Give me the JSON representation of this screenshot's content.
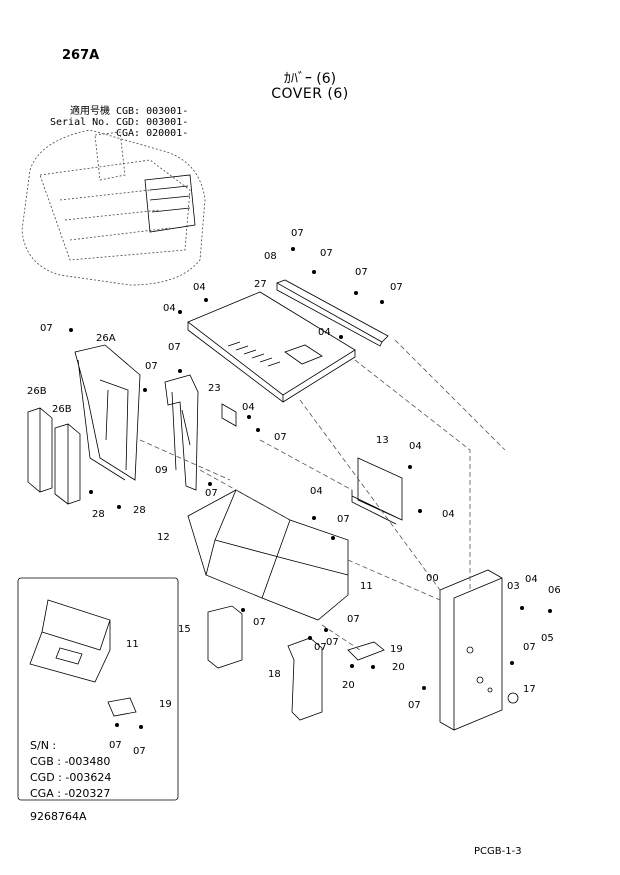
{
  "header": {
    "page_number": "267A",
    "title_jp": "ｶﾊﾞｰ (6)",
    "title_en": "COVER (6)"
  },
  "serial_block": {
    "label_jp": "適用号機",
    "label_en": "Serial No.",
    "lines": [
      "CGB: 003001-",
      "CGD: 003001-",
      "CGA: 020001-"
    ]
  },
  "callouts": {
    "c07a": "07",
    "c07b": "07",
    "c07c": "07",
    "c07d": "07",
    "c08": "08",
    "c27": "27",
    "c04a": "04",
    "c04b": "04",
    "c04c": "04",
    "c07e": "07",
    "c26A": "26A",
    "c07f": "07",
    "c07g": "07",
    "c26B_1": "26B",
    "c26B_2": "26B",
    "c23": "23",
    "c04d": "04",
    "c07h": "07",
    "c13": "13",
    "c04e": "04",
    "c09": "09",
    "c07i": "07",
    "c04f": "04",
    "c28_1": "28",
    "c28_2": "28",
    "c04g": "04",
    "c07j": "07",
    "c12": "12",
    "c11": "11",
    "c00": "00",
    "c03": "03",
    "c04h": "04",
    "c06": "06",
    "c05": "05",
    "c15": "15",
    "c07k": "07",
    "c07l": "07",
    "c07m": "07",
    "c07n": "07",
    "c19": "19",
    "c20_1": "20",
    "c20_2": "20",
    "c18": "18",
    "c07o": "07",
    "c17": "17",
    "c07p": "07"
  },
  "inset": {
    "c11": "11",
    "c19": "19",
    "c07a": "07",
    "c07b": "07",
    "sn_label": "S/N :",
    "sn_lines": [
      "CGB : -003480",
      "CGD : -003624",
      "CGA : -020327"
    ]
  },
  "footer": {
    "drawing_number": "9268764A",
    "sheet_code": "PCGB-1-3"
  }
}
